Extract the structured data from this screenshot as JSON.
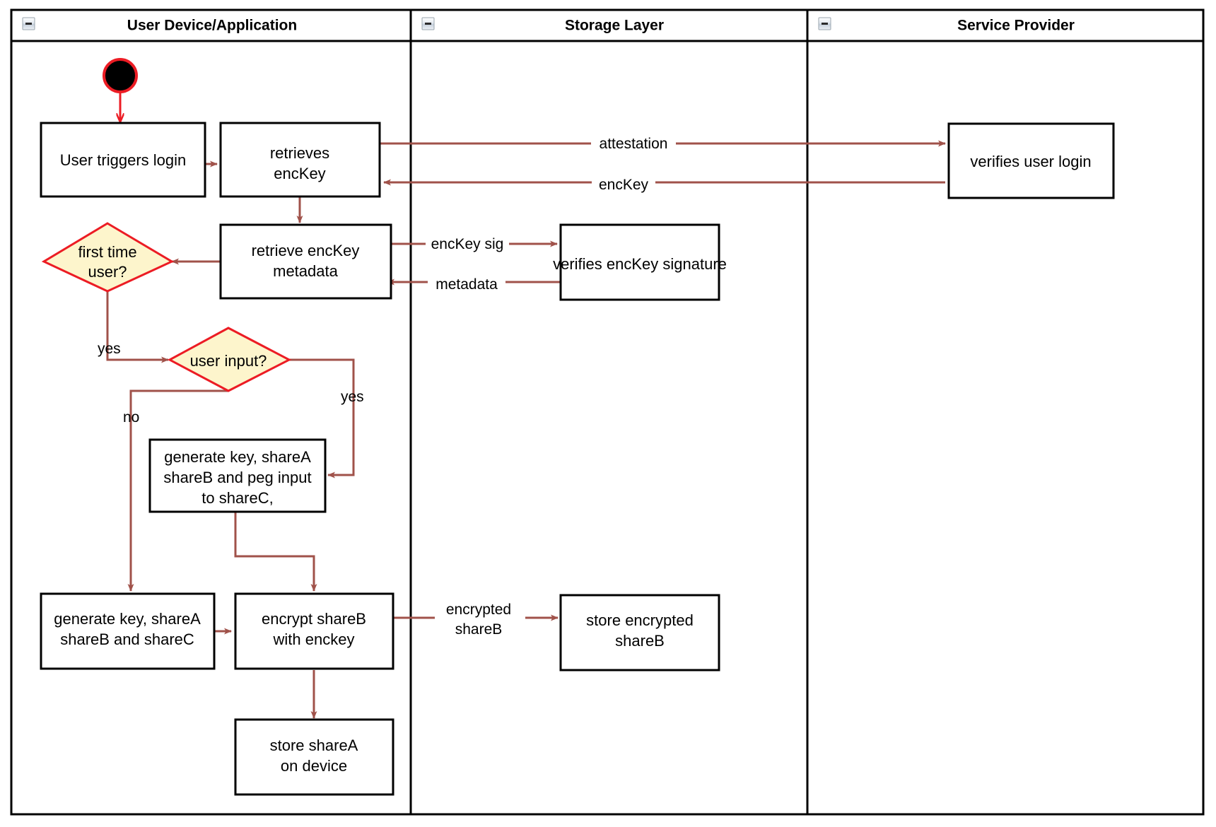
{
  "diagram": {
    "type": "uml-activity-swimlane",
    "title": "Login and key share flow",
    "colors": {
      "flow_arrow": "#a0524a",
      "start_arrow": "#ec1c24",
      "decision_fill": "#fdf5cc",
      "decision_stroke": "#ec1c24",
      "node_fill": "#ffffff",
      "node_stroke": "#000000",
      "lane_stroke": "#000000"
    },
    "lanes": [
      {
        "id": "user-device",
        "label": "User Device/Application",
        "collapse_icon": "minus-icon"
      },
      {
        "id": "storage-layer",
        "label": "Storage Layer",
        "collapse_icon": "minus-icon"
      },
      {
        "id": "service-provider",
        "label": "Service Provider",
        "collapse_icon": "minus-icon"
      }
    ],
    "nodes": [
      {
        "id": "start",
        "kind": "initial-node",
        "lane": "user-device",
        "label": ""
      },
      {
        "id": "user-triggers-login",
        "kind": "activity",
        "lane": "user-device",
        "lines": [
          "User triggers login"
        ]
      },
      {
        "id": "retrieves-enckey",
        "kind": "activity",
        "lane": "user-device",
        "lines": [
          "retrieves",
          "encKey"
        ]
      },
      {
        "id": "retrieve-enckey-metadata",
        "kind": "activity",
        "lane": "user-device",
        "lines": [
          "retrieve encKey",
          "metadata"
        ]
      },
      {
        "id": "first-time-user",
        "kind": "decision",
        "lane": "user-device",
        "lines": [
          "first time",
          "user?"
        ]
      },
      {
        "id": "user-input",
        "kind": "decision",
        "lane": "user-device",
        "lines": [
          "user input?"
        ]
      },
      {
        "id": "generate-peg-sharec",
        "kind": "activity",
        "lane": "user-device",
        "lines": [
          "generate key, shareA",
          "shareB and peg input",
          "to shareC,"
        ]
      },
      {
        "id": "generate-sharea-b-c",
        "kind": "activity",
        "lane": "user-device",
        "lines": [
          "generate key, shareA",
          "shareB and shareC"
        ]
      },
      {
        "id": "encrypt-shareb",
        "kind": "activity",
        "lane": "user-device",
        "lines": [
          "encrypt shareB",
          "with enckey"
        ]
      },
      {
        "id": "store-sharea-on-device",
        "kind": "activity",
        "lane": "user-device",
        "lines": [
          "store shareA",
          "on device"
        ]
      },
      {
        "id": "verifies-enckey-signature",
        "kind": "activity",
        "lane": "storage-layer",
        "lines": [
          "verifies encKey signature"
        ]
      },
      {
        "id": "store-encrypted-shareb",
        "kind": "activity",
        "lane": "storage-layer",
        "lines": [
          "store encrypted",
          "shareB"
        ]
      },
      {
        "id": "verifies-user-login",
        "kind": "activity",
        "lane": "service-provider",
        "lines": [
          "verifies user login"
        ]
      }
    ],
    "edges": [
      {
        "from": "start",
        "to": "user-triggers-login",
        "label": ""
      },
      {
        "from": "user-triggers-login",
        "to": "retrieves-enckey",
        "label": ""
      },
      {
        "from": "retrieves-enckey",
        "to": "verifies-user-login",
        "label": "attestation"
      },
      {
        "from": "verifies-user-login",
        "to": "retrieves-enckey",
        "label": "encKey"
      },
      {
        "from": "retrieves-enckey",
        "to": "retrieve-enckey-metadata",
        "label": ""
      },
      {
        "from": "retrieve-enckey-metadata",
        "to": "verifies-enckey-signature",
        "label": "encKey sig"
      },
      {
        "from": "verifies-enckey-signature",
        "to": "retrieve-enckey-metadata",
        "label": "metadata"
      },
      {
        "from": "retrieve-enckey-metadata",
        "to": "first-time-user",
        "label": ""
      },
      {
        "from": "first-time-user",
        "to": "user-input",
        "label": "yes"
      },
      {
        "from": "user-input",
        "to": "generate-peg-sharec",
        "label": "yes"
      },
      {
        "from": "user-input",
        "to": "generate-sharea-b-c",
        "label": "no"
      },
      {
        "from": "generate-peg-sharec",
        "to": "encrypt-shareb",
        "label": ""
      },
      {
        "from": "generate-sharea-b-c",
        "to": "encrypt-shareb",
        "label": ""
      },
      {
        "from": "encrypt-shareb",
        "to": "store-encrypted-shareb",
        "label": "encrypted shareB"
      },
      {
        "from": "encrypt-shareb",
        "to": "store-sharea-on-device",
        "label": ""
      }
    ],
    "edge_labels": {
      "attestation": "attestation",
      "enckey": "encKey",
      "enckey_sig": "encKey sig",
      "metadata": "metadata",
      "yes_first_time": "yes",
      "yes_user_input": "yes",
      "no_user_input": "no",
      "encrypted_shareb_line1": "encrypted",
      "encrypted_shareb_line2": "shareB"
    },
    "node_text": {
      "user_triggers_login_l1": "User triggers login",
      "retrieves_enckey_l1": "retrieves",
      "retrieves_enckey_l2": "encKey",
      "retrieve_metadata_l1": "retrieve encKey",
      "retrieve_metadata_l2": "metadata",
      "first_time_user_l1": "first time",
      "first_time_user_l2": "user?",
      "user_input_l1": "user input?",
      "generate_peg_l1": "generate key, shareA",
      "generate_peg_l2": "shareB and peg input",
      "generate_peg_l3": "to shareC,",
      "generate_abc_l1": "generate key, shareA",
      "generate_abc_l2": "shareB and shareC",
      "encrypt_shareb_l1": "encrypt shareB",
      "encrypt_shareb_l2": "with enckey",
      "store_sharea_l1": "store shareA",
      "store_sharea_l2": "on device",
      "verifies_sig_l1": "verifies encKey signature",
      "store_enc_shareb_l1": "store encrypted",
      "store_enc_shareb_l2": "shareB",
      "verifies_user_login_l1": "verifies user login"
    }
  }
}
